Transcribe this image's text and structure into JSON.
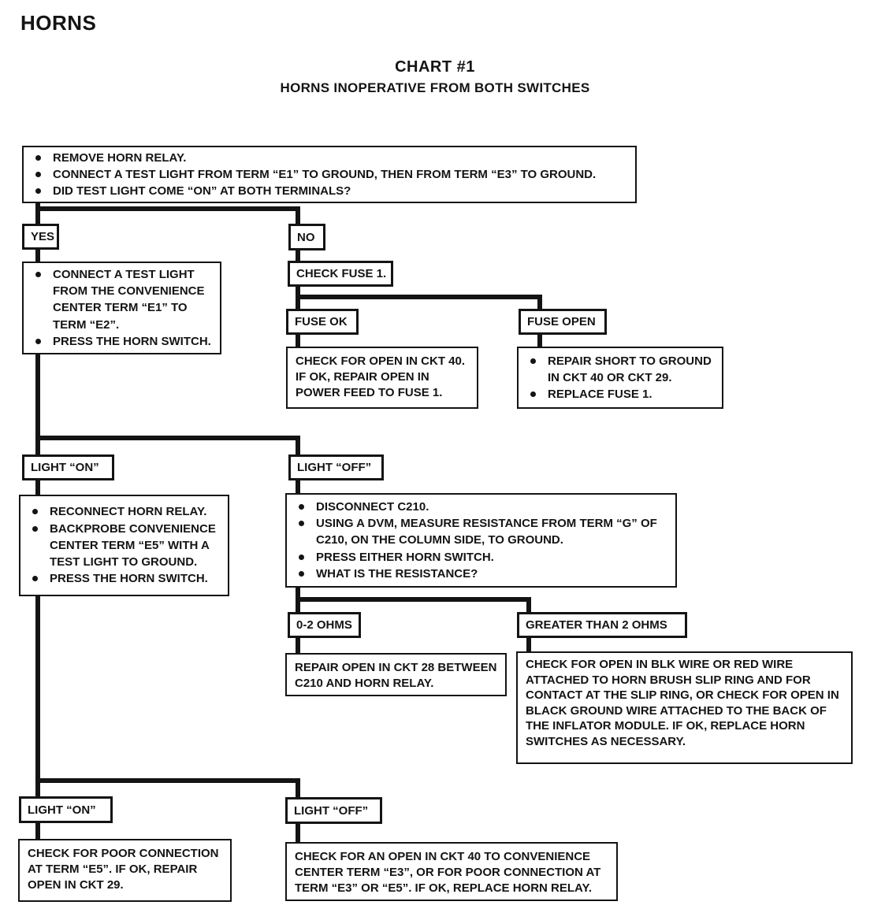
{
  "header": {
    "page_title": "HORNS",
    "chart_title": "CHART #1",
    "chart_subtitle": "HORNS INOPERATIVE FROM BOTH SWITCHES"
  },
  "nodes": {
    "start": {
      "bullets": [
        "REMOVE HORN RELAY.",
        "CONNECT A TEST LIGHT FROM TERM “E1” TO GROUND, THEN FROM TERM “E3” TO GROUND.",
        "DID TEST LIGHT COME “ON” AT BOTH TERMINALS?"
      ]
    },
    "yes": "YES",
    "no": "NO",
    "connect_test_light": {
      "bullets": [
        "CONNECT A TEST LIGHT FROM THE CONVENIENCE CENTER TERM “E1” TO TERM “E2”.",
        "PRESS THE HORN SWITCH."
      ]
    },
    "check_fuse": "CHECK FUSE 1.",
    "fuse_ok": "FUSE OK",
    "fuse_open": "FUSE OPEN",
    "open_ckt40": "CHECK FOR OPEN IN CKT 40. IF OK, REPAIR OPEN IN POWER FEED TO FUSE 1.",
    "repair_short": {
      "bullets": [
        "REPAIR SHORT TO GROUND IN CKT 40 OR CKT 29.",
        "REPLACE FUSE 1."
      ]
    },
    "light_on_1": "LIGHT “ON”",
    "light_off_1": "LIGHT “OFF”",
    "reconnect_relay": {
      "bullets": [
        "RECONNECT HORN RELAY.",
        "BACKPROBE CONVENIENCE CENTER TERM “E5” WITH A TEST LIGHT TO GROUND.",
        "PRESS THE HORN SWITCH."
      ]
    },
    "disconnect_c210": {
      "bullets": [
        "DISCONNECT C210.",
        "USING A DVM, MEASURE RESISTANCE FROM TERM “G” OF C210, ON THE COLUMN SIDE, TO GROUND.",
        "PRESS EITHER HORN SWITCH.",
        "WHAT IS THE RESISTANCE?"
      ]
    },
    "ohms_low": "0-2 OHMS",
    "ohms_high": "GREATER THAN 2 OHMS",
    "repair_ckt28": "REPAIR OPEN IN CKT 28 BETWEEN C210 AND HORN RELAY.",
    "check_slip_ring": "CHECK FOR OPEN IN BLK WIRE OR RED WIRE ATTACHED TO HORN BRUSH SLIP RING AND FOR CONTACT AT THE SLIP RING, OR CHECK FOR OPEN IN BLACK GROUND WIRE ATTACHED TO THE BACK OF THE INFLATOR MODULE. IF OK, REPLACE HORN SWITCHES AS NECESSARY.",
    "light_on_2": "LIGHT “ON”",
    "light_off_2": "LIGHT “OFF”",
    "poor_connection_e5": "CHECK FOR POOR CONNECTION AT TERM “E5”. IF OK, REPAIR OPEN IN CKT 29.",
    "open_ckt40_e3": "CHECK FOR AN OPEN IN CKT 40 TO CONVENIENCE CENTER TERM “E3”, OR FOR POOR CONNECTION AT TERM “E3” OR “E5”. IF OK, REPLACE HORN RELAY."
  }
}
